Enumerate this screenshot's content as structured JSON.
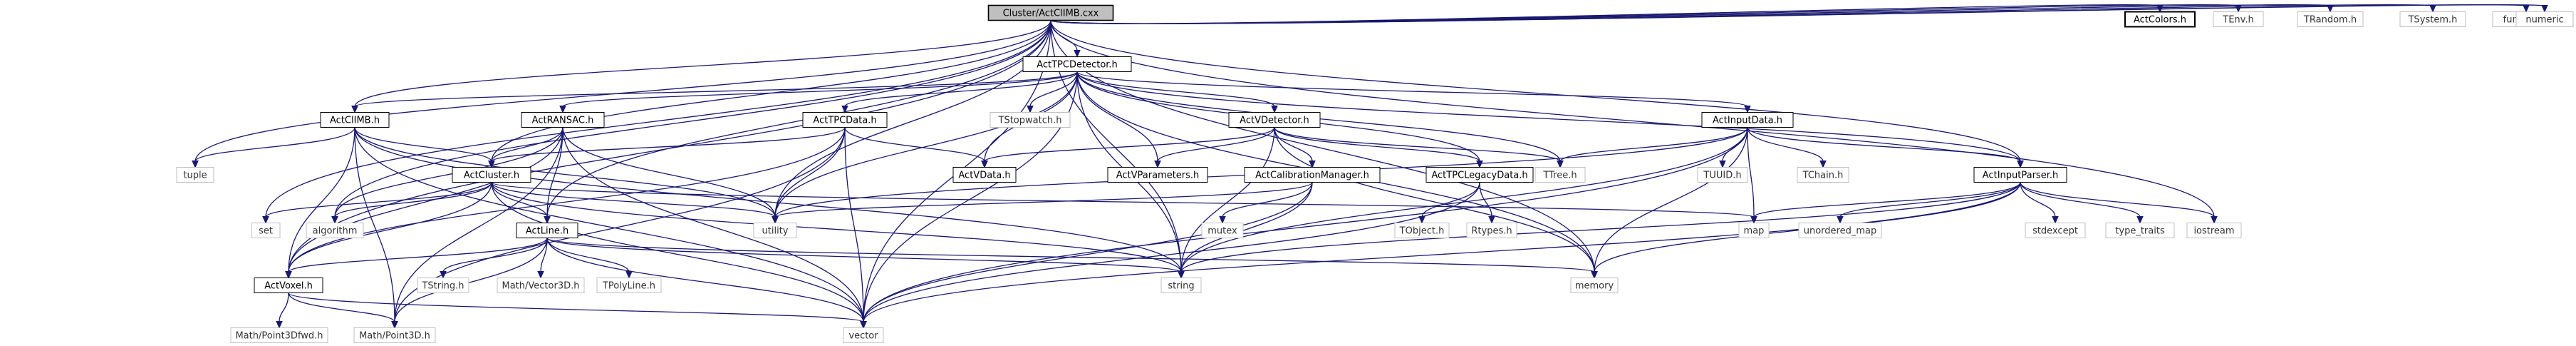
{
  "diagram": {
    "nodes": [
      {
        "id": "main",
        "label": "Cluster/ActClIMB.cxx",
        "kind": "main"
      },
      {
        "id": "tpcdet",
        "label": "ActTPCDetector.h",
        "kind": "doc"
      },
      {
        "id": "climb",
        "label": "ActClIMB.h",
        "kind": "doc"
      },
      {
        "id": "ransac",
        "label": "ActRANSAC.h",
        "kind": "doc"
      },
      {
        "id": "tpcdata",
        "label": "ActTPCData.h",
        "kind": "doc"
      },
      {
        "id": "vdet",
        "label": "ActVDetector.h",
        "kind": "doc"
      },
      {
        "id": "inputdata",
        "label": "ActInputData.h",
        "kind": "doc"
      },
      {
        "id": "colors",
        "label": "ActColors.h",
        "kind": "doc",
        "framed": true
      },
      {
        "id": "tenv",
        "label": "TEnv.h",
        "kind": "ext"
      },
      {
        "id": "trandom",
        "label": "TRandom.h",
        "kind": "ext"
      },
      {
        "id": "tsystem",
        "label": "TSystem.h",
        "kind": "ext"
      },
      {
        "id": "functional",
        "label": "functional",
        "kind": "ext"
      },
      {
        "id": "numeric",
        "label": "numeric",
        "kind": "ext"
      },
      {
        "id": "tstopwatch",
        "label": "TStopwatch.h",
        "kind": "ext"
      },
      {
        "id": "cluster",
        "label": "ActCluster.h",
        "kind": "doc"
      },
      {
        "id": "vdata",
        "label": "ActVData.h",
        "kind": "doc"
      },
      {
        "id": "vparams",
        "label": "ActVParameters.h",
        "kind": "doc"
      },
      {
        "id": "calib",
        "label": "ActCalibrationManager.h",
        "kind": "doc"
      },
      {
        "id": "legacy",
        "label": "ActTPCLegacyData.h",
        "kind": "doc"
      },
      {
        "id": "ttree",
        "label": "TTree.h",
        "kind": "ext"
      },
      {
        "id": "tuuid",
        "label": "TUUID.h",
        "kind": "ext"
      },
      {
        "id": "tchain",
        "label": "TChain.h",
        "kind": "ext"
      },
      {
        "id": "inputparser",
        "label": "ActInputParser.h",
        "kind": "doc"
      },
      {
        "id": "tuple",
        "label": "tuple",
        "kind": "ext"
      },
      {
        "id": "set",
        "label": "set",
        "kind": "ext"
      },
      {
        "id": "algorithm",
        "label": "algorithm",
        "kind": "ext"
      },
      {
        "id": "utility",
        "label": "utility",
        "kind": "ext"
      },
      {
        "id": "line",
        "label": "ActLine.h",
        "kind": "doc"
      },
      {
        "id": "mutex",
        "label": "mutex",
        "kind": "ext"
      },
      {
        "id": "tobject",
        "label": "TObject.h",
        "kind": "ext"
      },
      {
        "id": "rtypes",
        "label": "Rtypes.h",
        "kind": "ext"
      },
      {
        "id": "map",
        "label": "map",
        "kind": "ext"
      },
      {
        "id": "unordered_map",
        "label": "unordered_map",
        "kind": "ext"
      },
      {
        "id": "stdexcept",
        "label": "stdexcept",
        "kind": "ext"
      },
      {
        "id": "type_traits",
        "label": "type_traits",
        "kind": "ext"
      },
      {
        "id": "iostream",
        "label": "iostream",
        "kind": "ext"
      },
      {
        "id": "voxel",
        "label": "ActVoxel.h",
        "kind": "doc"
      },
      {
        "id": "tstring",
        "label": "TString.h",
        "kind": "ext"
      },
      {
        "id": "vector3d",
        "label": "Math/Vector3D.h",
        "kind": "ext"
      },
      {
        "id": "tpolyline",
        "label": "TPolyLine.h",
        "kind": "ext"
      },
      {
        "id": "string",
        "label": "string",
        "kind": "ext"
      },
      {
        "id": "memory",
        "label": "memory",
        "kind": "ext"
      },
      {
        "id": "point3dfwd",
        "label": "Math/Point3Dfwd.h",
        "kind": "ext"
      },
      {
        "id": "point3d",
        "label": "Math/Point3D.h",
        "kind": "ext"
      },
      {
        "id": "vector",
        "label": "vector",
        "kind": "ext"
      }
    ],
    "edges": [
      [
        "main",
        "tpcdet"
      ],
      [
        "main",
        "climb"
      ],
      [
        "main",
        "cluster"
      ],
      [
        "main",
        "inputparser"
      ],
      [
        "main",
        "colors"
      ],
      [
        "main",
        "tenv"
      ],
      [
        "main",
        "trandom"
      ],
      [
        "main",
        "tsystem"
      ],
      [
        "main",
        "functional"
      ],
      [
        "main",
        "numeric"
      ],
      [
        "main",
        "tuple"
      ],
      [
        "main",
        "set"
      ],
      [
        "main",
        "algorithm"
      ],
      [
        "main",
        "utility"
      ],
      [
        "main",
        "line"
      ],
      [
        "main",
        "voxel"
      ],
      [
        "main",
        "string"
      ],
      [
        "main",
        "vector"
      ],
      [
        "main",
        "iostream"
      ],
      [
        "main",
        "memory"
      ],
      [
        "tpcdet",
        "climb"
      ],
      [
        "tpcdet",
        "ransac"
      ],
      [
        "tpcdet",
        "tpcdata"
      ],
      [
        "tpcdet",
        "vdet"
      ],
      [
        "tpcdet",
        "inputdata"
      ],
      [
        "tpcdet",
        "tstopwatch"
      ],
      [
        "tpcdet",
        "vdata"
      ],
      [
        "tpcdet",
        "vparams"
      ],
      [
        "tpcdet",
        "legacy"
      ],
      [
        "tpcdet",
        "ttree"
      ],
      [
        "tpcdet",
        "utility"
      ],
      [
        "tpcdet",
        "string"
      ],
      [
        "tpcdet",
        "memory"
      ],
      [
        "tpcdet",
        "vector"
      ],
      [
        "tpcdet",
        "inputparser"
      ],
      [
        "climb",
        "cluster"
      ],
      [
        "climb",
        "tuple"
      ],
      [
        "climb",
        "utility"
      ],
      [
        "climb",
        "voxel"
      ],
      [
        "climb",
        "vector"
      ],
      [
        "climb",
        "point3d"
      ],
      [
        "climb",
        "string"
      ],
      [
        "ransac",
        "cluster"
      ],
      [
        "ransac",
        "line"
      ],
      [
        "ransac",
        "voxel"
      ],
      [
        "ransac",
        "algorithm"
      ],
      [
        "ransac",
        "utility"
      ],
      [
        "ransac",
        "vector"
      ],
      [
        "ransac",
        "point3d"
      ],
      [
        "tpcdata",
        "cluster"
      ],
      [
        "tpcdata",
        "vdata"
      ],
      [
        "tpcdata",
        "voxel"
      ],
      [
        "tpcdata",
        "utility"
      ],
      [
        "tpcdata",
        "vector"
      ],
      [
        "tpcdata",
        "point3d"
      ],
      [
        "vdet",
        "vdata"
      ],
      [
        "vdet",
        "vparams"
      ],
      [
        "vdet",
        "calib"
      ],
      [
        "vdet",
        "legacy"
      ],
      [
        "vdet",
        "ttree"
      ],
      [
        "vdet",
        "string"
      ],
      [
        "vdet",
        "memory"
      ],
      [
        "inputdata",
        "ttree"
      ],
      [
        "inputdata",
        "tuuid"
      ],
      [
        "inputdata",
        "tchain"
      ],
      [
        "inputdata",
        "inputparser"
      ],
      [
        "inputdata",
        "map"
      ],
      [
        "inputdata",
        "utility"
      ],
      [
        "inputdata",
        "string"
      ],
      [
        "inputdata",
        "memory"
      ],
      [
        "inputdata",
        "vector"
      ],
      [
        "cluster",
        "line"
      ],
      [
        "cluster",
        "voxel"
      ],
      [
        "cluster",
        "set"
      ],
      [
        "cluster",
        "algorithm"
      ],
      [
        "cluster",
        "utility"
      ],
      [
        "cluster",
        "map"
      ],
      [
        "cluster",
        "string"
      ],
      [
        "cluster",
        "vector"
      ],
      [
        "calib",
        "utility"
      ],
      [
        "calib",
        "mutex"
      ],
      [
        "calib",
        "string"
      ],
      [
        "calib",
        "vector"
      ],
      [
        "legacy",
        "tobject"
      ],
      [
        "legacy",
        "rtypes"
      ],
      [
        "legacy",
        "vector"
      ],
      [
        "inputparser",
        "map"
      ],
      [
        "inputparser",
        "unordered_map"
      ],
      [
        "inputparser",
        "stdexcept"
      ],
      [
        "inputparser",
        "type_traits"
      ],
      [
        "inputparser",
        "iostream"
      ],
      [
        "inputparser",
        "string"
      ],
      [
        "inputparser",
        "memory"
      ],
      [
        "inputparser",
        "vector"
      ],
      [
        "line",
        "voxel"
      ],
      [
        "line",
        "tstring"
      ],
      [
        "line",
        "vector3d"
      ],
      [
        "line",
        "tpolyline"
      ],
      [
        "line",
        "string"
      ],
      [
        "line",
        "memory"
      ],
      [
        "line",
        "point3d"
      ],
      [
        "line",
        "vector"
      ],
      [
        "voxel",
        "point3dfwd"
      ],
      [
        "voxel",
        "point3d"
      ],
      [
        "voxel",
        "vector"
      ]
    ]
  }
}
